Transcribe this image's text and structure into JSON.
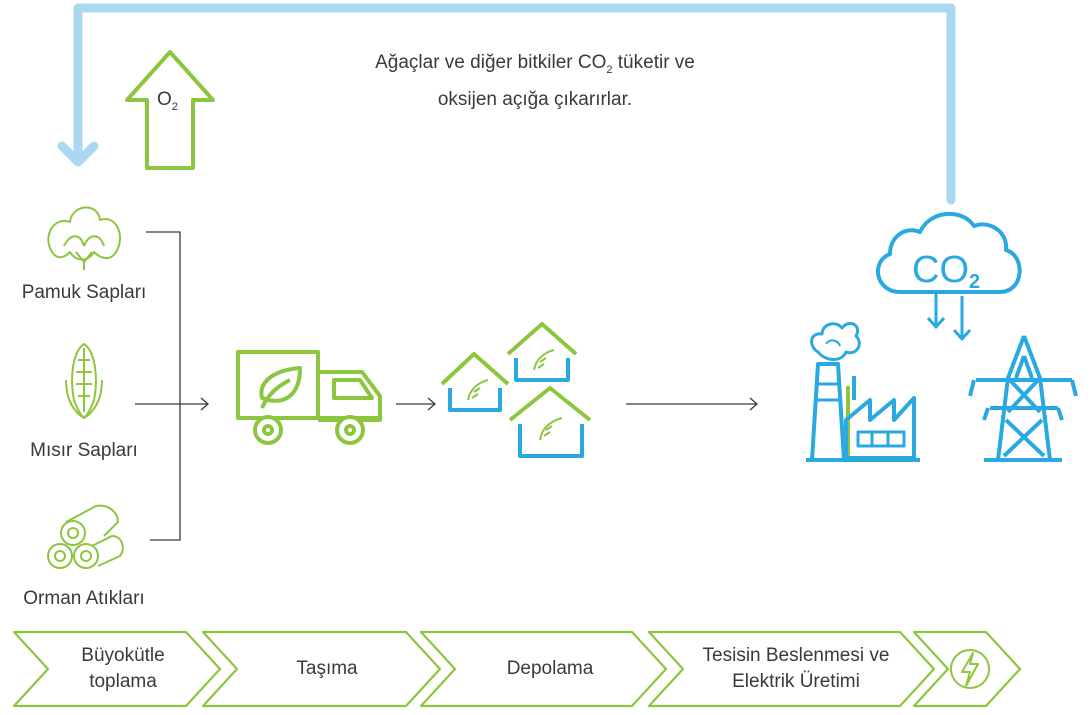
{
  "note": {
    "line1_prefix": "Ağaçlar ve diğer bitkiler CO",
    "line1_sub": "2",
    "line1_suffix": " tüketir ve",
    "line2": "oksijen açığa çıkarırlar."
  },
  "o2_label": {
    "main": "O",
    "sub": "2"
  },
  "co2_label": {
    "main": "CO",
    "sub": "2"
  },
  "sources": [
    {
      "label": "Pamuk Sapları",
      "icon": "cotton-icon"
    },
    {
      "label": "Mısır Sapları",
      "icon": "corn-icon"
    },
    {
      "label": "Orman Atıkları",
      "icon": "logs-icon"
    }
  ],
  "steps": [
    {
      "label": "Büyokütle\ntoplama"
    },
    {
      "label": "Taşıma"
    },
    {
      "label": "Depolama"
    },
    {
      "label": "Tesisin Beslenmesi ve\nElektrik Üretimi"
    }
  ],
  "colors": {
    "green": "#8cc63f",
    "blue": "#29a9e0",
    "light_blue": "#a9d8f0",
    "text": "#3a3a3a"
  }
}
